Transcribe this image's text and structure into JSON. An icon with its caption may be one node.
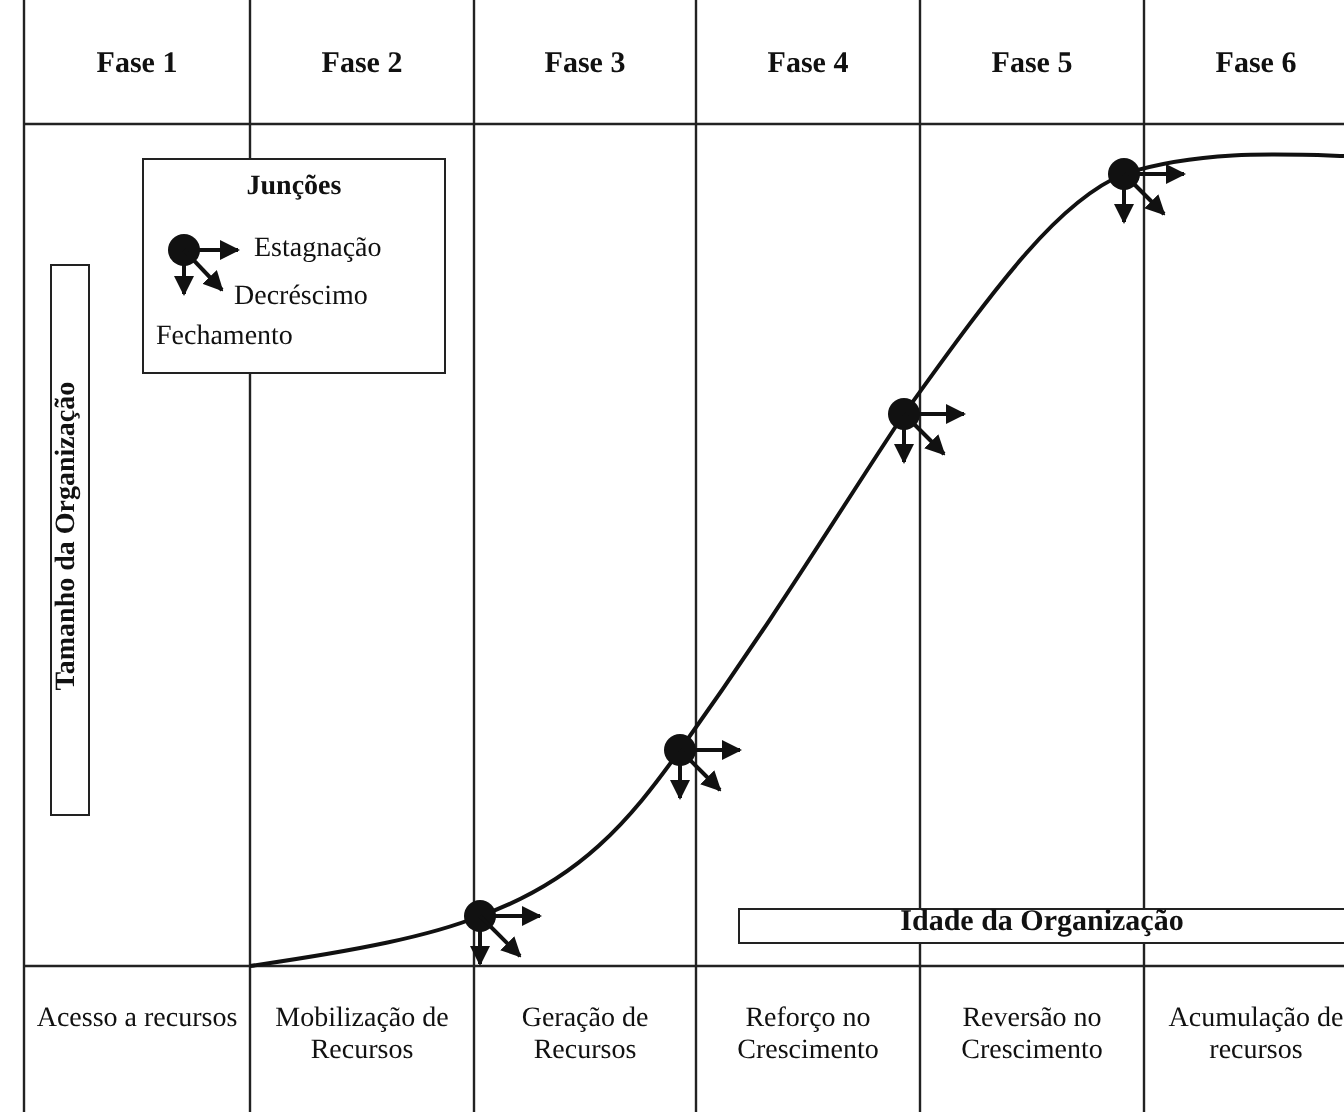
{
  "diagram": {
    "labels": [
      "Fase 1",
      "Fase 2",
      "Fase 3",
      "Fase 4",
      "Fase 5",
      "Fase 6",
      "Junções",
      "Tamanho da Organização",
      "Idade da Organização",
      "Acesso a recursos",
      "Mobilização de Recursos",
      "Geração de Recursos",
      "Reforço no Crescimento",
      "Reversão no Crescimento",
      "Acumulação de recursos"
    ],
    "legend": [
      {
        "text": "Estagnação"
      },
      {
        "text": "Decréscimo"
      },
      {
        "text": "Fechamento"
      }
    ]
  }
}
